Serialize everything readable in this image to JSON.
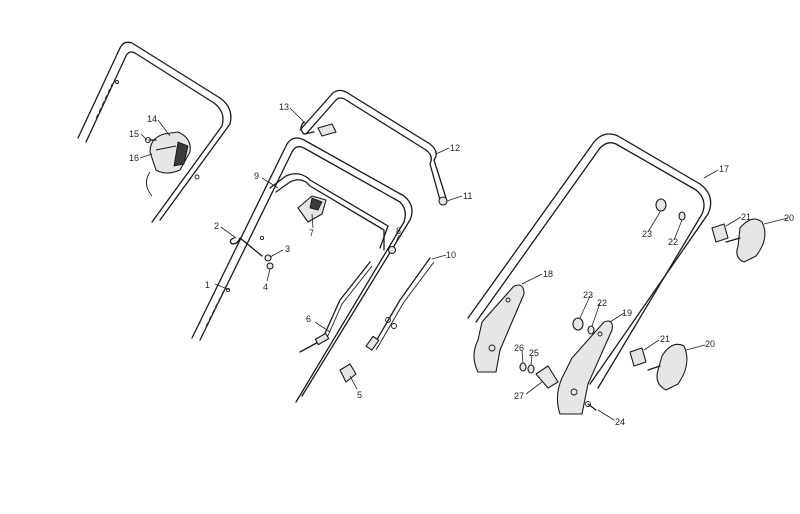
{
  "diagram": {
    "callouts": [
      {
        "id": "c1",
        "text": "1"
      },
      {
        "id": "c2",
        "text": "2"
      },
      {
        "id": "c3",
        "text": "3"
      },
      {
        "id": "c4",
        "text": "4"
      },
      {
        "id": "c5",
        "text": "5"
      },
      {
        "id": "c6",
        "text": "6"
      },
      {
        "id": "c7",
        "text": "7"
      },
      {
        "id": "c8",
        "text": "8"
      },
      {
        "id": "c9",
        "text": "9"
      },
      {
        "id": "c10",
        "text": "10"
      },
      {
        "id": "c11",
        "text": "11"
      },
      {
        "id": "c12",
        "text": "12"
      },
      {
        "id": "c13",
        "text": "13"
      },
      {
        "id": "c14",
        "text": "14"
      },
      {
        "id": "c15",
        "text": "15"
      },
      {
        "id": "c16",
        "text": "16"
      },
      {
        "id": "c17",
        "text": "17"
      },
      {
        "id": "c18",
        "text": "18"
      },
      {
        "id": "c19",
        "text": "19"
      },
      {
        "id": "c20a",
        "text": "20"
      },
      {
        "id": "c20b",
        "text": "20"
      },
      {
        "id": "c21a",
        "text": "21"
      },
      {
        "id": "c21b",
        "text": "21"
      },
      {
        "id": "c22a",
        "text": "22"
      },
      {
        "id": "c22b",
        "text": "22"
      },
      {
        "id": "c23a",
        "text": "23"
      },
      {
        "id": "c23b",
        "text": "23"
      },
      {
        "id": "c24",
        "text": "24"
      },
      {
        "id": "c25",
        "text": "25"
      },
      {
        "id": "c26",
        "text": "26"
      },
      {
        "id": "c27",
        "text": "27"
      }
    ]
  }
}
